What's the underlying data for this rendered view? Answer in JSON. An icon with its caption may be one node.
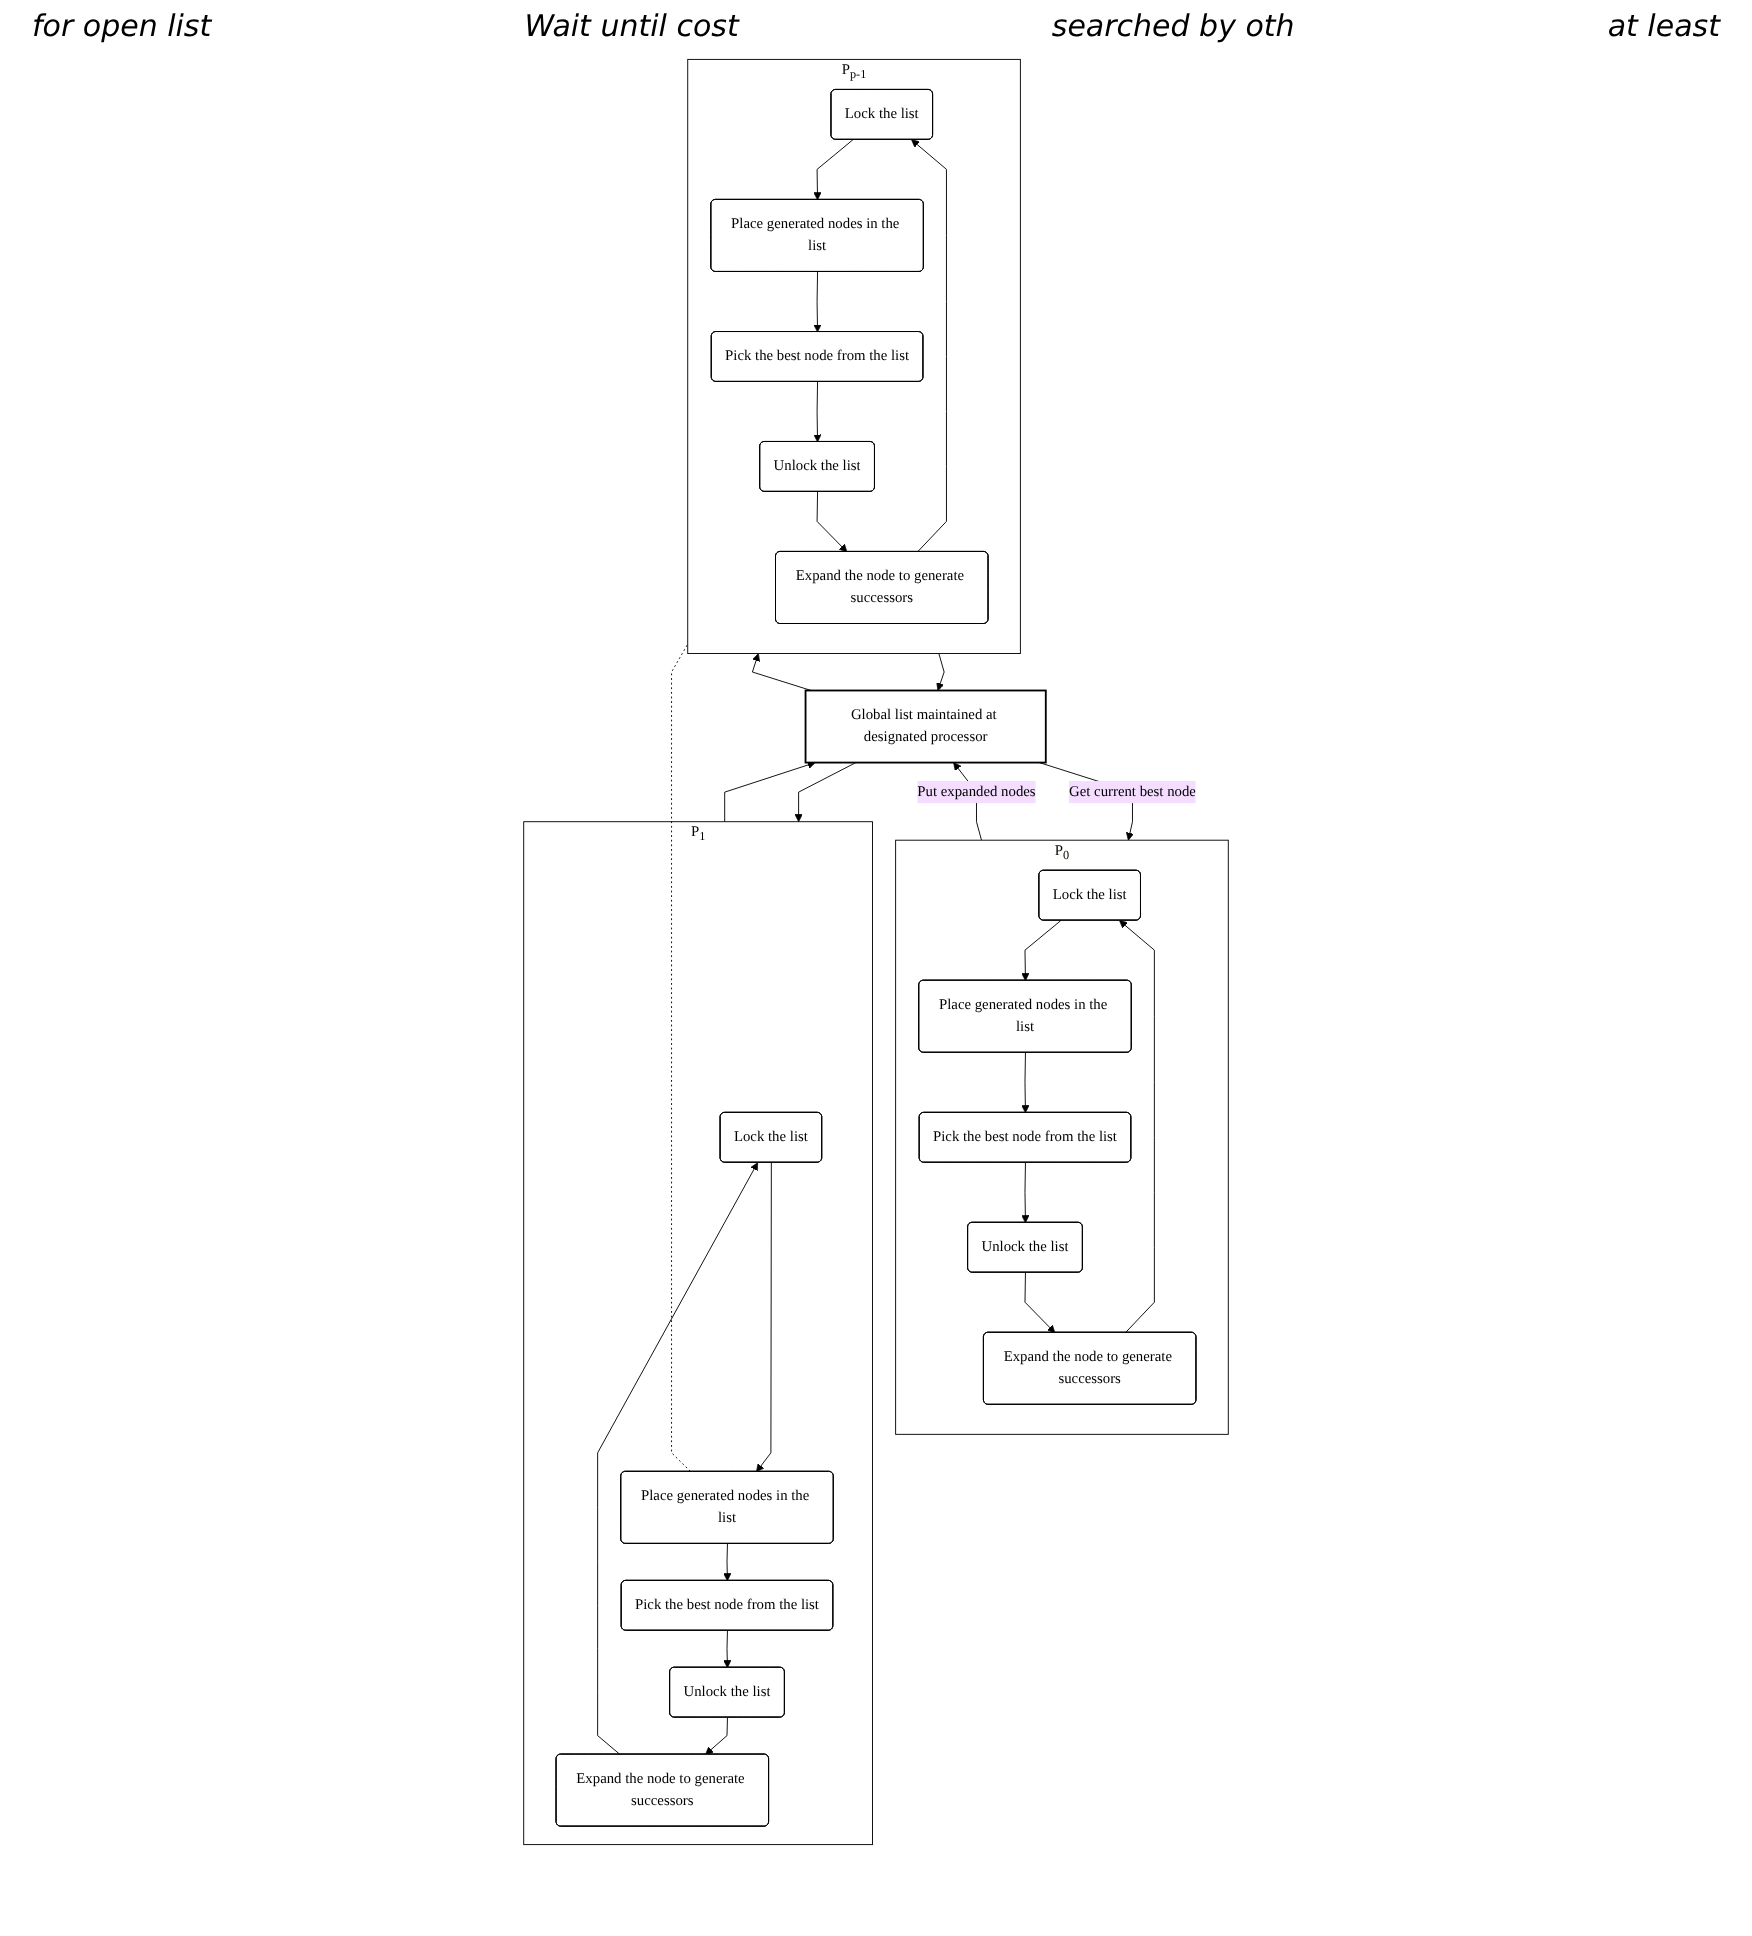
{
  "diagram": {
    "nodes": [
      {
        "text": [
          "Global list maintained at designated processor"
        ]
      },
      {
        "text": [
          "P$_{0}$"
        ]
      },
      {
        "text": [
          "Lock the list"
        ],
        "in": 1
      },
      {
        "text": [
          "Place generated nodes in the list"
        ],
        "in": 1
      },
      {
        "text": [
          "Pick the best node from the list"
        ],
        "in": 1
      },
      {
        "text": [
          "Unlock the list"
        ],
        "in": 1
      },
      {
        "text": [
          "Expand the node to generate successors"
        ],
        "in": 1
      },
      {
        "text": [
          "P$_{1}$"
        ]
      },
      {
        "text": [
          "Lock the list"
        ],
        "in": 7
      },
      {
        "text": [
          "Place generated nodes in the list"
        ],
        "in": 7
      },
      {
        "text": [
          "Pick the best node from the list"
        ],
        "in": 7
      },
      {
        "text": [
          "Unlock the list"
        ],
        "in": 7
      },
      {
        "text": [
          "Expand the node to generate successors"
        ],
        "in": 7
      },
      {
        "text": [
          "P$_{p-1}$"
        ]
      },
      {
        "text": [
          "Lock the list"
        ],
        "in": 13
      },
      {
        "text": [
          "Place generated nodes in the list"
        ],
        "in": 13
      },
      {
        "text": [
          "Pick the best node from the list"
        ],
        "in": 13
      },
      {
        "text": [
          "Unlock the list"
        ],
        "in": 13
      },
      {
        "text": [
          "Expand the node to generate successors"
        ],
        "in": 13
      }
    ],
    "edges": [
      {
        "from": 1,
        "to": 0,
        "arrow": "to",
        "label": "Put expanded nodes"
      },
      {
        "from": 0,
        "to": 1,
        "arrow": "to",
        "label": "Get current best node"
      },
      {
        "from": 7,
        "to": 0,
        "arrow": "to"
      },
      {
        "from": 0,
        "to": 7,
        "arrow": "to"
      },
      {
        "from": 13,
        "to": 0,
        "arrow": "to"
      },
      {
        "from": 0,
        "to": 13,
        "arrow": "to"
      },
      {
        "from": 2,
        "to": 3,
        "arrow": "to"
      },
      {
        "from": 3,
        "to": 4,
        "arrow": "to"
      },
      {
        "from": 4,
        "to": 5,
        "arrow": "to"
      },
      {
        "from": 5,
        "to": 6,
        "arrow": "to"
      },
      {
        "from": 6,
        "to": 2,
        "arrow": "to"
      },
      {
        "from": 8,
        "to": 9,
        "arrow": "to"
      },
      {
        "from": 9,
        "to": 10,
        "arrow": "to"
      },
      {
        "from": 10,
        "to": 11,
        "arrow": "to"
      },
      {
        "from": 11,
        "to": 12,
        "arrow": "to"
      },
      {
        "from": 12,
        "to": 8,
        "arrow": "to"
      },
      {
        "from": 14,
        "to": 15,
        "arrow": "to"
      },
      {
        "from": 15,
        "to": 16,
        "arrow": "to"
      },
      {
        "from": 16,
        "to": 17,
        "arrow": "to"
      },
      {
        "from": 17,
        "to": 18,
        "arrow": "to"
      },
      {
        "from": 18,
        "to": 14,
        "arrow": "to"
      },
      {
        "from": 9,
        "to": 13,
        "arrow": "none",
        "style": "dashed"
      }
    ],
    "labels": [
      "for open list",
      "Wait until cost",
      "searched by oth",
      "at least"
    ]
  }
}
